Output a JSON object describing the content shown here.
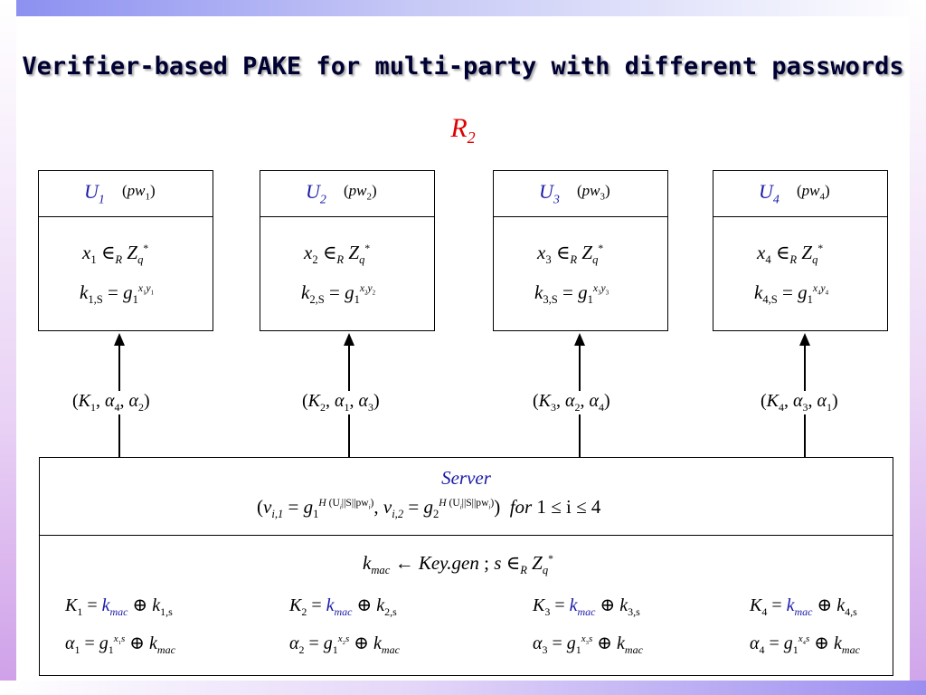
{
  "title": "Verifier-based PAKE for multi-party with different passwords",
  "round": {
    "letter": "R",
    "index": "2"
  },
  "users": [
    {
      "letter": "U",
      "index": "1",
      "pw": "pw",
      "pw_index": "1",
      "x": "x",
      "xi": "1",
      "in": "∈",
      "R": "R",
      "Z": "Z",
      "q": "q",
      "star": "*",
      "k": "k",
      "ki": "1,S",
      "g": "g",
      "gi": "1",
      "exp_x": "x",
      "exp_xi": "1",
      "exp_y": "y",
      "exp_yi": "1"
    },
    {
      "letter": "U",
      "index": "2",
      "pw": "pw",
      "pw_index": "2",
      "x": "x",
      "xi": "2",
      "in": "∈",
      "R": "R",
      "Z": "Z",
      "q": "q",
      "star": "*",
      "k": "k",
      "ki": "2,S",
      "g": "g",
      "gi": "1",
      "exp_x": "x",
      "exp_xi": "2",
      "exp_y": "y",
      "exp_yi": "2"
    },
    {
      "letter": "U",
      "index": "3",
      "pw": "pw",
      "pw_index": "3",
      "x": "x",
      "xi": "3",
      "in": "∈",
      "R": "R",
      "Z": "Z",
      "q": "q",
      "star": "*",
      "k": "k",
      "ki": "3,S",
      "g": "g",
      "gi": "1",
      "exp_x": "x",
      "exp_xi": "3",
      "exp_y": "y",
      "exp_yi": "3"
    },
    {
      "letter": "U",
      "index": "4",
      "pw": "pw",
      "pw_index": "4",
      "x": "x",
      "xi": "4",
      "in": "∈",
      "R": "R",
      "Z": "Z",
      "q": "q",
      "star": "*",
      "k": "k",
      "ki": "4,S",
      "g": "g",
      "gi": "1",
      "exp_x": "x",
      "exp_xi": "4",
      "exp_y": "y",
      "exp_yi": "4"
    }
  ],
  "messages": [
    {
      "K": "K",
      "Ki": "1",
      "a": "α",
      "a1": "4",
      "a2": "2"
    },
    {
      "K": "K",
      "Ki": "2",
      "a": "α",
      "a1": "1",
      "a2": "3"
    },
    {
      "K": "K",
      "Ki": "3",
      "a": "α",
      "a1": "2",
      "a2": "4"
    },
    {
      "K": "K",
      "Ki": "4",
      "a": "α",
      "a1": "3",
      "a2": "1"
    }
  ],
  "server": {
    "label": "Server",
    "verifier": {
      "v": "v",
      "v1": "i,1",
      "v2": "i,2",
      "g": "g",
      "g1": "1",
      "g2": "2",
      "exp": "H",
      "exp_arg": "(U",
      "exp_i": "i",
      "exp_mid": "||S||pw",
      "exp_j": "i",
      "exp_close": ")",
      "for": "for",
      "range": "1 ≤ i ≤ 4"
    },
    "keygen": {
      "k": "k",
      "mac": "mac",
      "arrow": "←",
      "fn": "Key.gen",
      "sep": ";",
      "s": "s",
      "in": "∈",
      "R": "R",
      "Z": "Z",
      "q": "q",
      "star": "*"
    },
    "keys": [
      {
        "K": "K",
        "i": "1",
        "k": "k",
        "mac": "mac",
        "xor": "⊕",
        "ks": "1,s"
      },
      {
        "K": "K",
        "i": "2",
        "k": "k",
        "mac": "mac",
        "xor": "⊕",
        "ks": "2,s"
      },
      {
        "K": "K",
        "i": "3",
        "k": "k",
        "mac": "mac",
        "xor": "⊕",
        "ks": "3,s"
      },
      {
        "K": "K",
        "i": "4",
        "k": "k",
        "mac": "mac",
        "xor": "⊕",
        "ks": "4,s"
      }
    ],
    "alphas": [
      {
        "a": "α",
        "i": "1",
        "g": "g",
        "gi": "1",
        "ex": "x",
        "exi": "1",
        "es": "s",
        "xor": "⊕",
        "k": "k",
        "mac": "mac"
      },
      {
        "a": "α",
        "i": "2",
        "g": "g",
        "gi": "1",
        "ex": "x",
        "exi": "2",
        "es": "s",
        "xor": "⊕",
        "k": "k",
        "mac": "mac"
      },
      {
        "a": "α",
        "i": "3",
        "g": "g",
        "gi": "1",
        "ex": "x",
        "exi": "3",
        "es": "s",
        "xor": "⊕",
        "k": "k",
        "mac": "mac"
      },
      {
        "a": "α",
        "i": "4",
        "g": "g",
        "gi": "1",
        "ex": "x",
        "exi": "4",
        "es": "s",
        "xor": "⊕",
        "k": "k",
        "mac": "mac"
      }
    ]
  }
}
